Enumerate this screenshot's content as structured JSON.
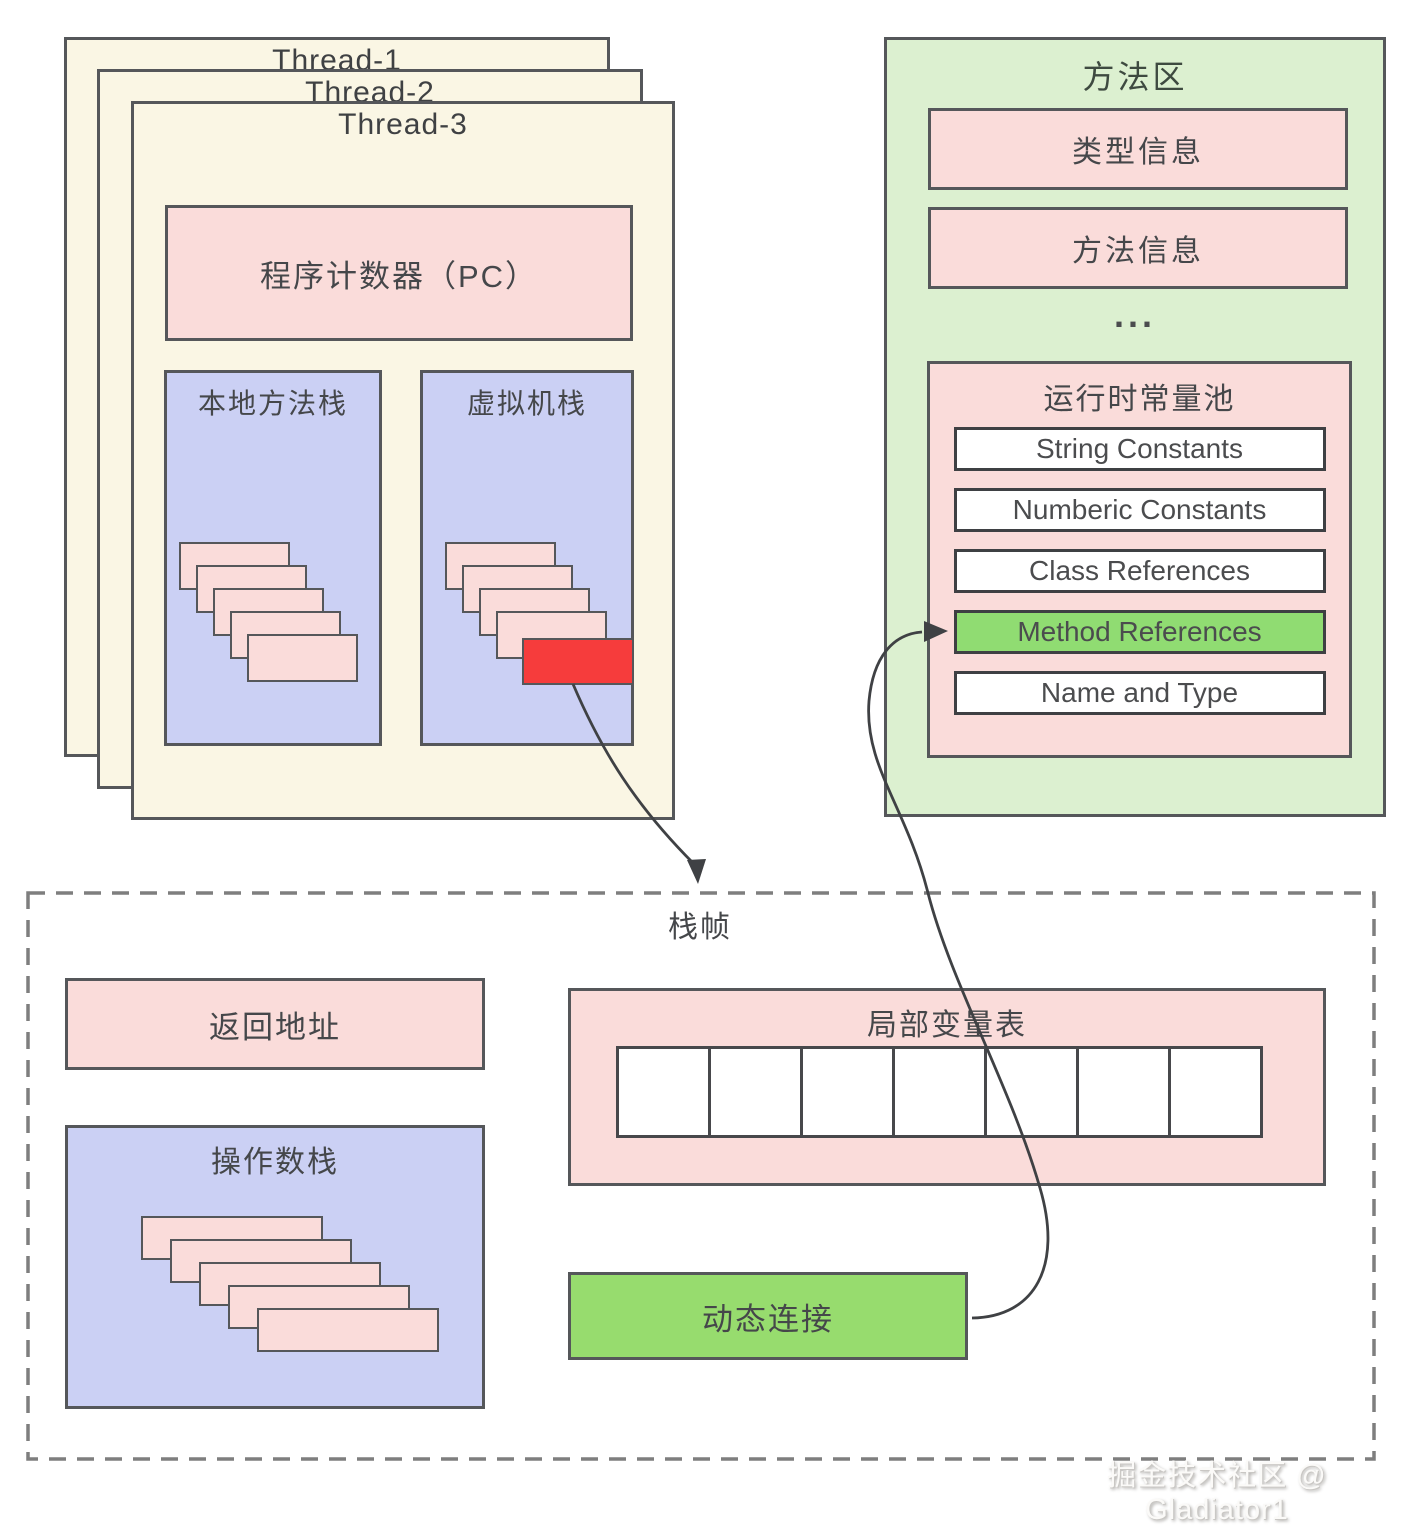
{
  "threads": {
    "panels": [
      {
        "label": "Thread-1"
      },
      {
        "label": "Thread-2"
      },
      {
        "label": "Thread-3"
      }
    ],
    "pc_label": "程序计数器（PC）",
    "native_stack": {
      "title": "本地方法栈",
      "card_count": 5
    },
    "vm_stack": {
      "title": "虚拟机栈",
      "pink_card_count": 4,
      "has_red_card": true
    }
  },
  "method_area": {
    "title": "方法区",
    "info_boxes": [
      "类型信息",
      "方法信息"
    ],
    "ellipsis": "...",
    "constant_pool": {
      "title": "运行时常量池",
      "entries": [
        {
          "label": "String Constants",
          "highlight": false
        },
        {
          "label": "Numberic Constants",
          "highlight": false
        },
        {
          "label": "Class References",
          "highlight": false
        },
        {
          "label": "Method References",
          "highlight": true
        },
        {
          "label": "Name and Type",
          "highlight": false
        }
      ]
    }
  },
  "stack_frame": {
    "label": "栈帧",
    "return_address_label": "返回地址",
    "operand_stack": {
      "title": "操作数栈",
      "card_count": 5
    },
    "local_variable_table": {
      "title": "局部变量表",
      "cell_count": 7
    },
    "dynamic_link_label": "动态连接"
  },
  "watermark": "掘金技术社区 @ Gladiator1",
  "colors": {
    "cream": "#faf6e4",
    "pink": "#fadcda",
    "blue": "#cbd0f4",
    "panel_green": "#dcf0d0",
    "highlight_green": "#90dc72",
    "link_green": "#97dc6e",
    "red": "#f63c3c",
    "border": "#55575a",
    "text": "#45474a",
    "dashed": "#7e7e7e"
  }
}
